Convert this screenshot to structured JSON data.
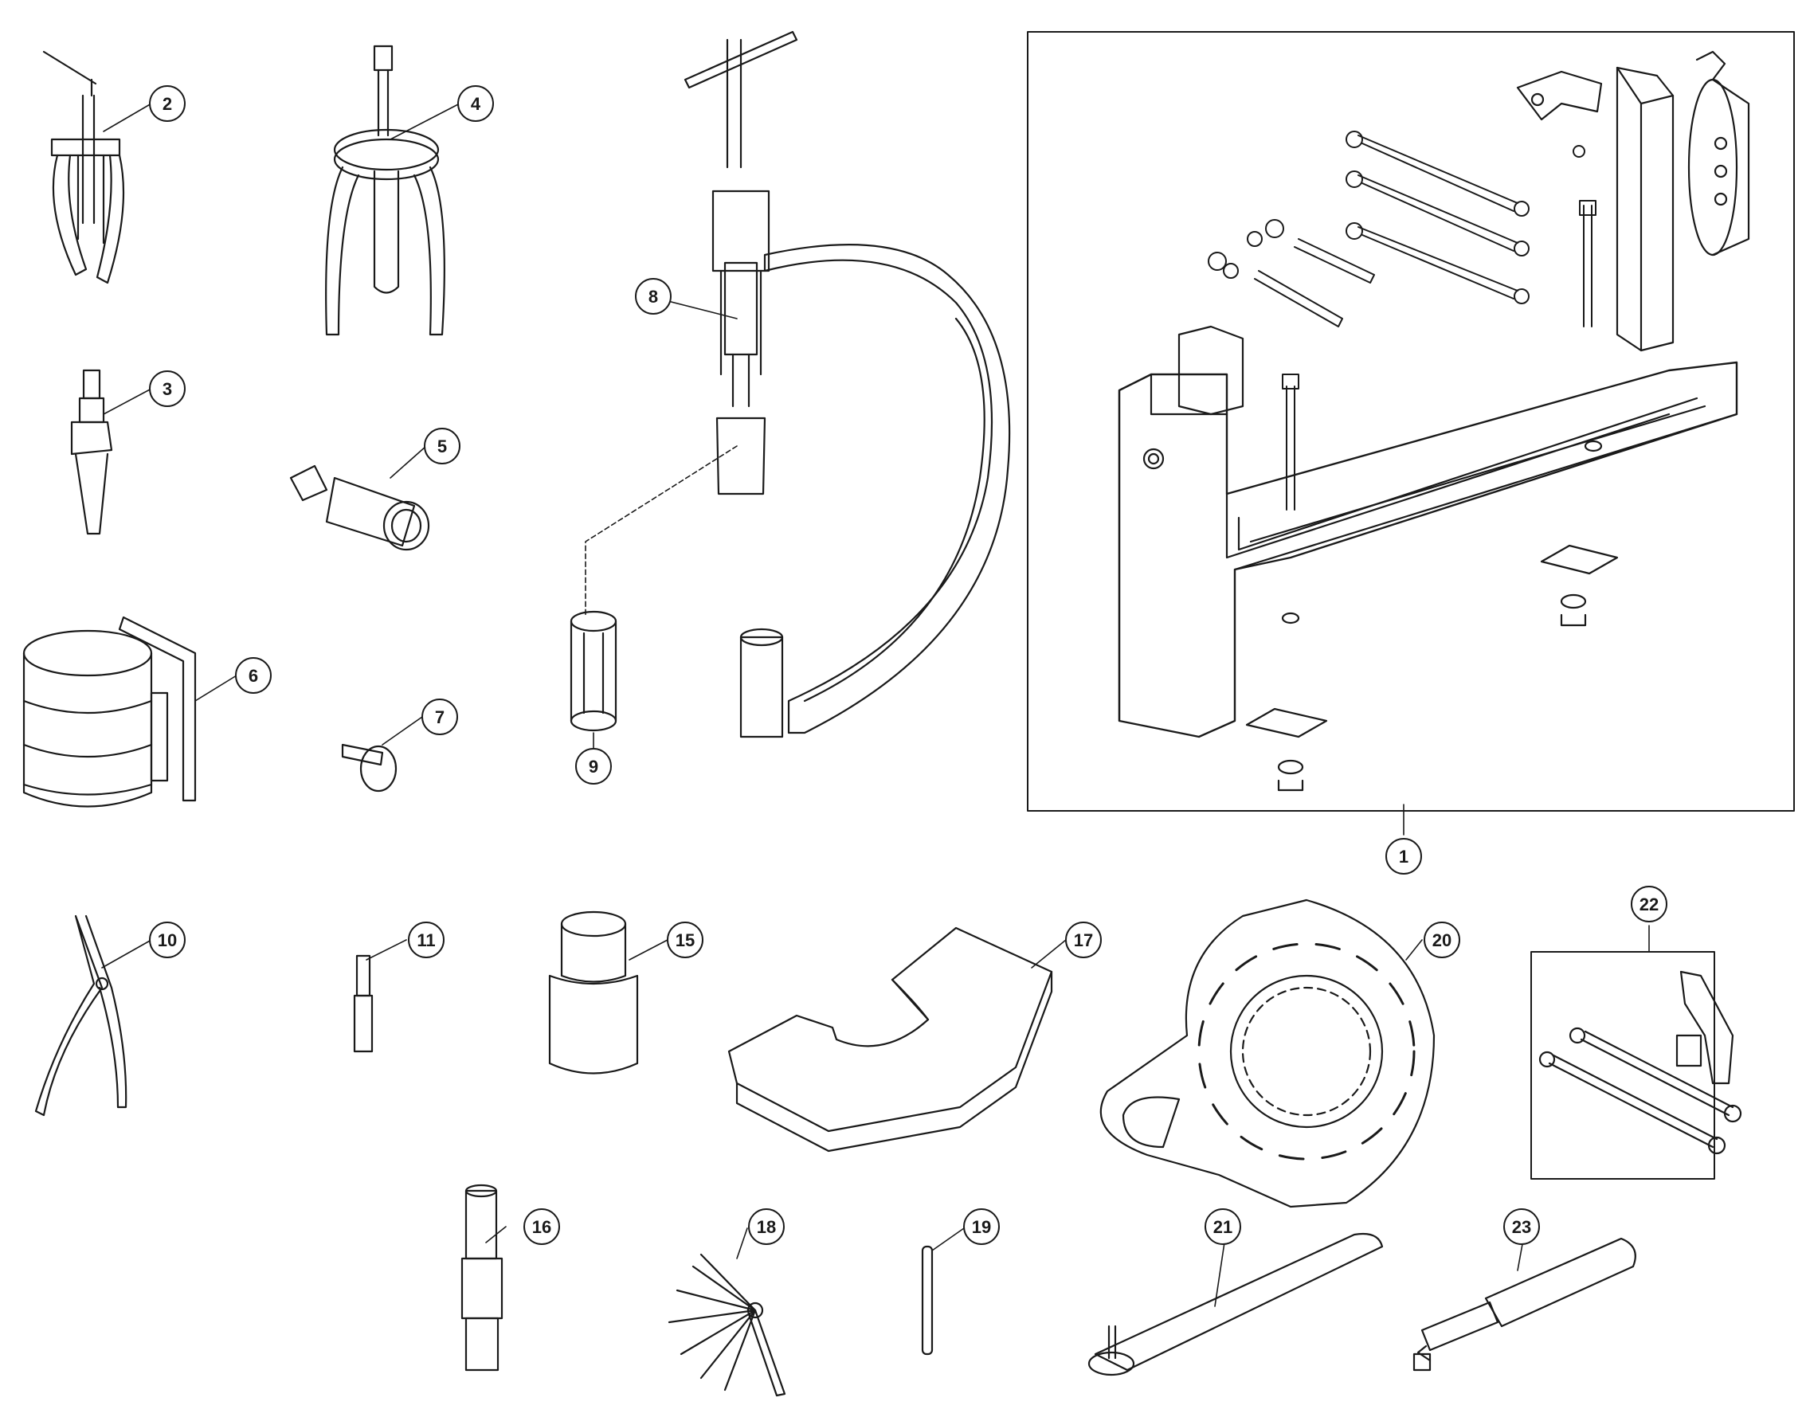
{
  "diagram": {
    "background": "#ffffff",
    "line_color": "#1a1a1a",
    "callouts": [
      "1",
      "2",
      "3",
      "4",
      "5",
      "6",
      "7",
      "8",
      "9",
      "10",
      "11",
      "15",
      "16",
      "17",
      "18",
      "19",
      "20",
      "21",
      "22",
      "23"
    ]
  },
  "parts": [
    {
      "id": "1",
      "name": "engine-stand-fixture"
    },
    {
      "id": "2",
      "name": "three-jaw-puller"
    },
    {
      "id": "3",
      "name": "bearing-extractor-slide"
    },
    {
      "id": "4",
      "name": "two-jaw-puller"
    },
    {
      "id": "5",
      "name": "threaded-adapter-socket"
    },
    {
      "id": "6",
      "name": "piston-ring-compressor"
    },
    {
      "id": "7",
      "name": "drift-pin"
    },
    {
      "id": "8",
      "name": "valve-spring-compressor"
    },
    {
      "id": "9",
      "name": "valve-spring-adapter"
    },
    {
      "id": "10",
      "name": "circlip-pliers"
    },
    {
      "id": "11",
      "name": "alignment-pin"
    },
    {
      "id": "15",
      "name": "spline-socket"
    },
    {
      "id": "16",
      "name": "socket-extension-tool"
    },
    {
      "id": "17",
      "name": "crankcase-support-block"
    },
    {
      "id": "18",
      "name": "feeler-gauge"
    },
    {
      "id": "19",
      "name": "locating-pin"
    },
    {
      "id": "20",
      "name": "clutch-holding-plate"
    },
    {
      "id": "21",
      "name": "pin-spanner"
    },
    {
      "id": "22",
      "name": "support-bracket-kit"
    },
    {
      "id": "23",
      "name": "bearing-driver"
    }
  ]
}
